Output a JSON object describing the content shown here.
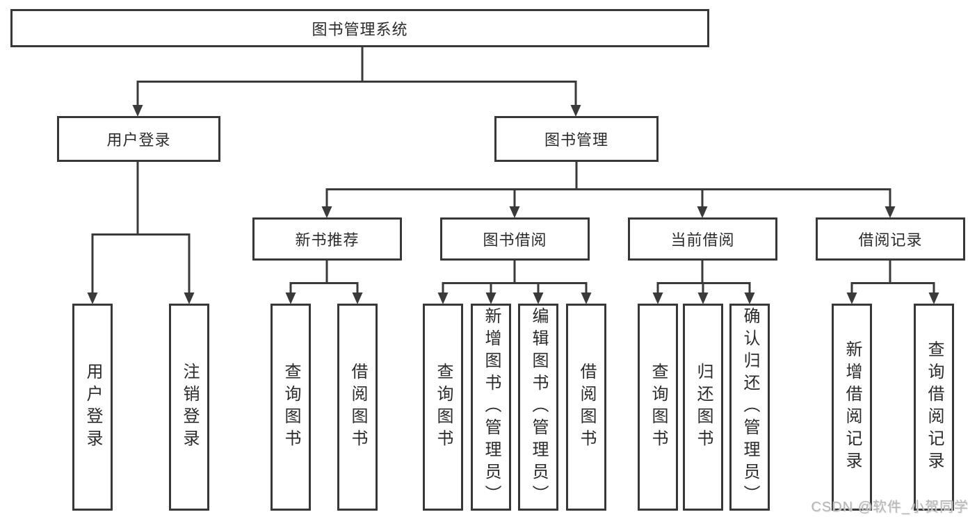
{
  "tree": {
    "root": "图书管理系统",
    "branches": [
      {
        "label": "用户登录",
        "leaves": [
          "用户登录",
          "注销登录"
        ]
      },
      {
        "label": "图书管理",
        "groups": [
          {
            "label": "新书推荐",
            "leaves": [
              "查询图书",
              "借阅图书"
            ]
          },
          {
            "label": "图书借阅",
            "leaves": [
              "查询图书",
              "新增图书（管理员）",
              "编辑图书（管理员）",
              "借阅图书"
            ]
          },
          {
            "label": "当前借阅",
            "leaves": [
              "查询图书",
              "归还图书",
              "确认归还（管理员）"
            ]
          },
          {
            "label": "借阅记录",
            "leaves": [
              "新增借阅记录",
              "查询借阅记录"
            ]
          }
        ]
      }
    ]
  },
  "watermark": {
    "text": "CSDN @软件_小贺同学"
  },
  "colors": {
    "line": "#3a3a3a",
    "border": "#383838",
    "text": "#2b2b2b",
    "background": "#ffffff",
    "watermark": "#b5b5b5"
  }
}
